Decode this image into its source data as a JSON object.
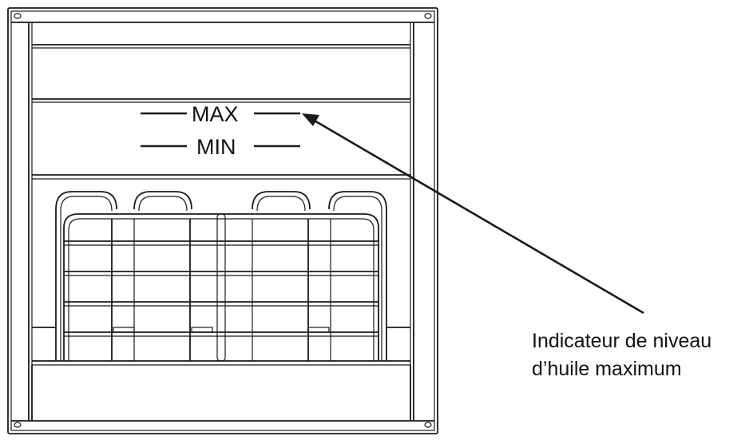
{
  "level_indicator": {
    "max_label": "MAX",
    "min_label": "MIN"
  },
  "callout": {
    "line1": "Indicateur de niveau",
    "line2": "d’huile maximum"
  },
  "colors": {
    "ink": "#1a1a1a",
    "background": "#ffffff"
  }
}
